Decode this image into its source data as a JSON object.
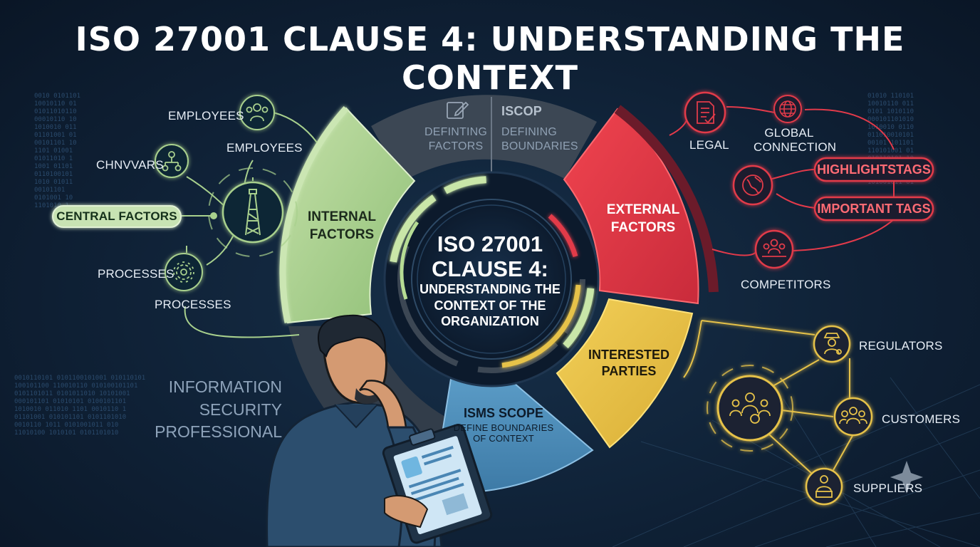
{
  "title": "ISO 27001 CLAUSE 4: UNDERSTANDING THE CONTEXT",
  "center": {
    "line1": "ISO 27001",
    "line2": "CLAUSE 4:",
    "line3": "UNDERSTANDING THE",
    "line4": "CONTEXT OF THE",
    "line5": "ORGANIZATION"
  },
  "segments": {
    "internal": {
      "line1": "INTERNAL",
      "line2": "FACTORS"
    },
    "external": {
      "line1": "EXTERNAL",
      "line2": "FACTORS"
    },
    "interested": {
      "line1": "INTERESTED",
      "line2": "PARTIES"
    },
    "isms": {
      "title": "ISMS SCOPE",
      "sub1": "DEFINE BOUNDARIES",
      "sub2": "OF CONTEXT"
    },
    "top_left": {
      "line1": "DEFINTING",
      "line2": "FACTORS"
    },
    "top_right": {
      "title": "ISCOP",
      "line1": "DEFINING",
      "line2": "BOUNDARIES"
    }
  },
  "internal_nodes": {
    "employees_1": "EMPLOYEES",
    "employees_2": "EMPLOYEES",
    "chnvars": "CHNVVARS",
    "central_factors": "CENTRAL FACTORS",
    "processes_1": "PROCESSES",
    "processes_2": "PROCESSES"
  },
  "external_nodes": {
    "legal": "LEGAL",
    "global_line1": "GLOBAL",
    "global_line2": "CONNECTION",
    "highlights_tags": "HIGHLIGHTSTAGS",
    "important_tags": "IMPORTANT TAGS",
    "competitors": "COMPETITORS"
  },
  "party_nodes": {
    "regulators": "REGULATORS",
    "customers": "CUSTOMERS",
    "suppliers": "SUPPLIERS"
  },
  "professional": {
    "line1": "INFORMATION",
    "line2": "SECURITY",
    "line3": "PROFESSIONAL"
  },
  "colors": {
    "background": "#0f2136",
    "internal_green": "#a8d08d",
    "external_red": "#e23a4a",
    "parties_yellow": "#e6c24a",
    "isms_blue": "#4a88b4",
    "neutral_gray": "#3c4754",
    "text": "#ffffff"
  },
  "icons": {
    "employees": "people-group-icon",
    "chnvars": "org-chart-icon",
    "central": "tower-icon",
    "processes": "gears-icon",
    "legal": "document-icon",
    "global": "globe-icon",
    "global_connection": "globe-network-icon",
    "competitors": "people-icon",
    "regulators": "officer-icon",
    "customers": "group-icon",
    "suppliers": "supplier-icon",
    "interested_hub": "stakeholders-icon",
    "defining": "edit-icon",
    "sparkle": "sparkle-icon"
  }
}
